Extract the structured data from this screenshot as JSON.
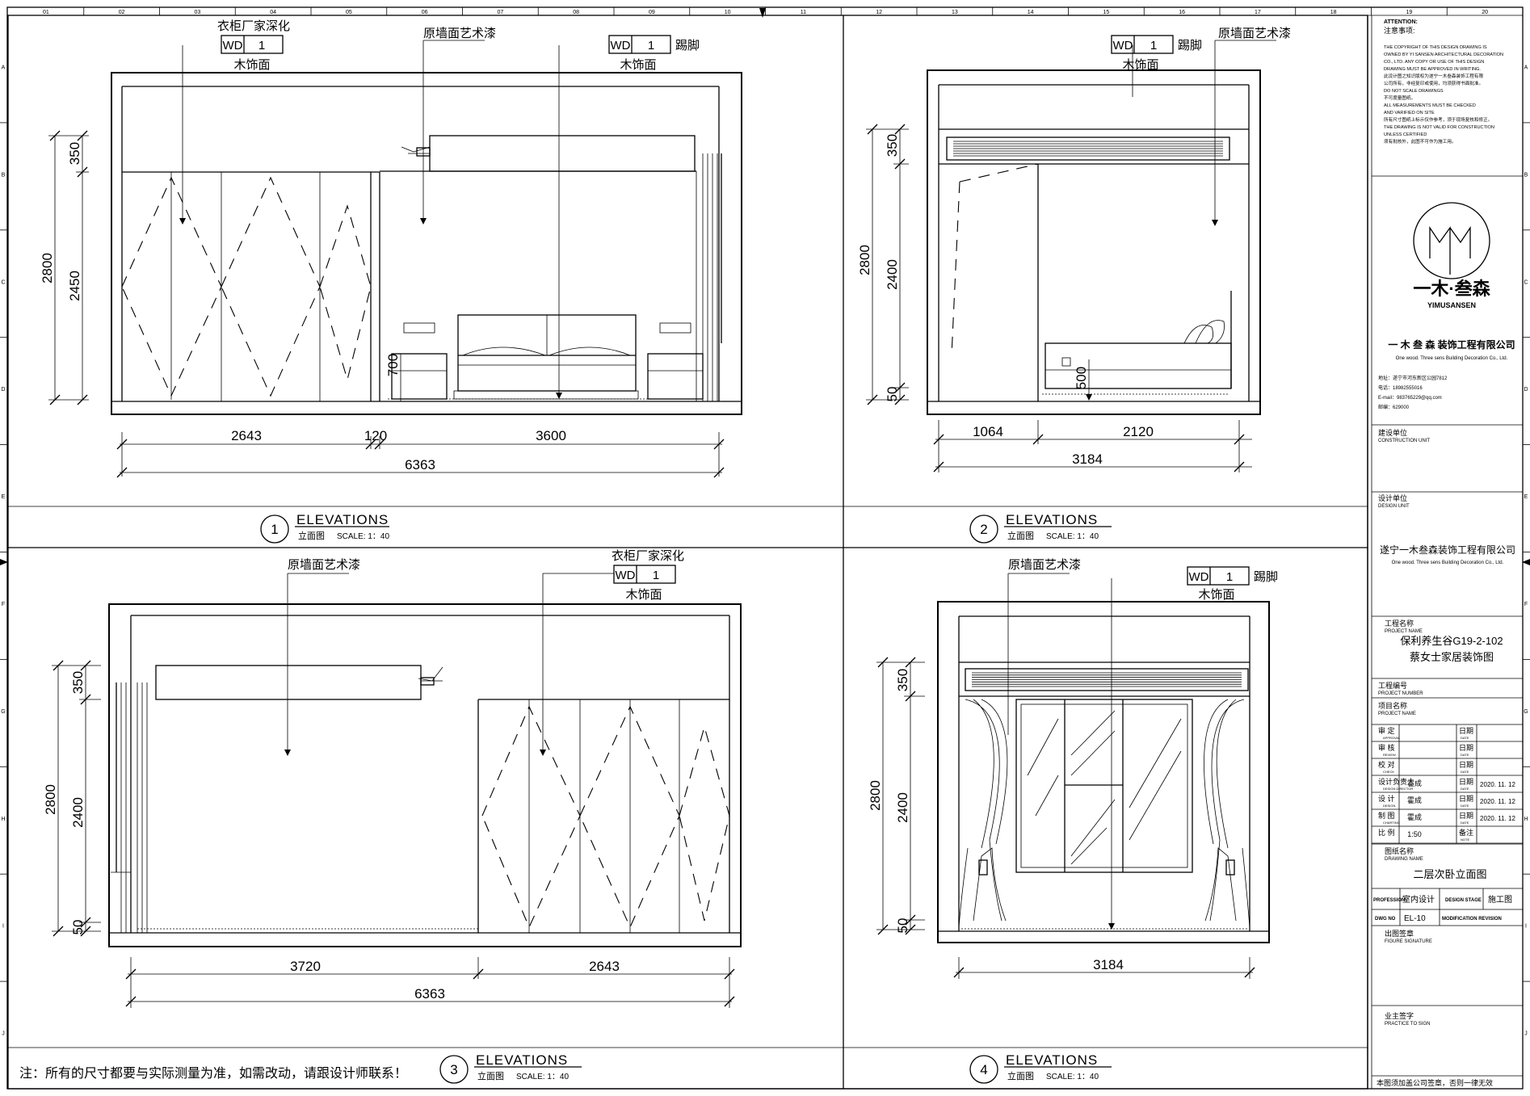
{
  "grid_top": [
    "01",
    "02",
    "03",
    "04",
    "05",
    "06",
    "07",
    "08",
    "09",
    "10",
    "11",
    "12",
    "13",
    "14",
    "15",
    "16",
    "17",
    "18",
    "19",
    "20"
  ],
  "grid_side": [
    "A",
    "B",
    "C",
    "D",
    "E",
    "F",
    "G",
    "H",
    "I",
    "J"
  ],
  "note": "注：所有的尺寸都要与实际测量为准，如需改动，请跟设计师联系！",
  "elevations": [
    {
      "num": "1",
      "title": "ELEVATIONS",
      "sub": "立面图",
      "scale": "SCALE: 1：40",
      "tags": [
        {
          "text_top": "衣柜厂家深化",
          "code": "WD",
          "n": "1",
          "material": "木饰面",
          "right": ""
        },
        {
          "text_top": "",
          "code": "WD",
          "n": "1",
          "material": "木饰面",
          "right": "踢脚"
        }
      ],
      "callout": "原墙面艺术漆",
      "dims_h": [
        "2643",
        "120",
        "3600",
        "6363"
      ],
      "dims_v": [
        "2800",
        "350",
        "2450",
        "700"
      ]
    },
    {
      "num": "2",
      "title": "ELEVATIONS",
      "sub": "立面图",
      "scale": "SCALE: 1：40",
      "tags": [
        {
          "text_top": "",
          "code": "WD",
          "n": "1",
          "material": "木饰面",
          "right": "踢脚"
        }
      ],
      "callout": "原墙面艺术漆",
      "dims_h": [
        "1064",
        "2120",
        "3184"
      ],
      "dims_v": [
        "2800",
        "350",
        "2400",
        "50",
        "500"
      ]
    },
    {
      "num": "3",
      "title": "ELEVATIONS",
      "sub": "立面图",
      "scale": "SCALE: 1：40",
      "tags": [
        {
          "text_top": "衣柜厂家深化",
          "code": "WD",
          "n": "1",
          "material": "木饰面",
          "right": ""
        }
      ],
      "callout": "原墙面艺术漆",
      "dims_h": [
        "3720",
        "2643",
        "6363"
      ],
      "dims_v": [
        "2800",
        "350",
        "2400",
        "50"
      ]
    },
    {
      "num": "4",
      "title": "ELEVATIONS",
      "sub": "立面图",
      "scale": "SCALE: 1：40",
      "tags": [
        {
          "text_top": "",
          "code": "WD",
          "n": "1",
          "material": "木饰面",
          "right": "踢脚"
        }
      ],
      "callout": "原墙面艺术漆",
      "dims_h": [
        "3184"
      ],
      "dims_v": [
        "2800",
        "350",
        "2400",
        "50"
      ]
    }
  ],
  "title_block": {
    "attention_label": "ATTENTION:",
    "attention_cn": "注意事项:",
    "attention_lines": [
      "THE COPYRIGHT OF THIS DESIGN DRAWING IS",
      "OWNED BY YI SANSEN ARCHITECTURAL DECORATION",
      "CO., LTD. ANY COPY OR USE OF THIS DESIGN",
      "DRAWING MUST BE APPROVED IN WRITING.",
      "此设计图之知识版权为遂宁一木叁森装饰工程有限",
      "公司所有，非经复印或使用，均须获得书面批准。",
      "DO NOT SCALE DRAWINGS",
      "不可度量图纸。",
      "ALL MEASUREMENTS MUST BE CHECKED",
      "AND VARIFIED ON SITE",
      "所有尺寸图纸上标示仅作参考，须于现场复核和修正。",
      "THE DRAWING IS NOT VALID FOR CONSTRUCTION",
      "UNLESS CERTIFIED",
      "须有批核外，此图不可作为施工用。"
    ],
    "logo_text": "一木·叁森",
    "logo_sub": "YIMUSANSEN",
    "company": "一 木 叁 森  装饰工程有限公司",
    "company_en": "One wood. Three sens Building Decoration Co., Ltd.",
    "contact": [
      "地址：遂宁市河东新区公园7812",
      "电话：18982555016",
      "E-mail：983765229@qq.com",
      "邮编：629000"
    ],
    "construction_unit": "建设单位",
    "construction_unit_en": "CONSTRUCTION UNIT",
    "design_unit": "设计单位",
    "design_unit_en": "DESIGN UNIT",
    "design_company": "遂宁一木叁森装饰工程有限公司",
    "design_company_en": "One wood. Three sens Building Decoration Co., Ltd.",
    "project_label": "工程名称",
    "project_label_en": "PROJECT NAME",
    "project_name_1": "保利养生谷G19-2-102",
    "project_name_2": "蔡女士家居装饰图",
    "project_no": "工程编号",
    "project_no_en": "PROJECT NUMBER",
    "item_name": "项目名称",
    "item_name_en": "PROJECT NAME",
    "rows": [
      {
        "k": "审    定",
        "k_en": "APPROVAL",
        "v": "",
        "d": "日期",
        "d_en": "DATE",
        "dv": ""
      },
      {
        "k": "审    核",
        "k_en": "REVIEW",
        "v": "",
        "d": "日期",
        "d_en": "DATE",
        "dv": ""
      },
      {
        "k": "校    对",
        "k_en": "CHECK",
        "v": "",
        "d": "日期",
        "d_en": "DATE",
        "dv": ""
      },
      {
        "k": "设计负责人",
        "k_en": "DESIGN DIRECTOR",
        "v": "霍成",
        "d": "日期",
        "d_en": "DATE",
        "dv": "2020. 11. 12"
      },
      {
        "k": "设    计",
        "k_en": "DESIGN",
        "v": "霍成",
        "d": "日期",
        "d_en": "DATE",
        "dv": "2020. 11. 12"
      },
      {
        "k": "制    图",
        "k_en": "CHARTING",
        "v": "霍成",
        "d": "日期",
        "d_en": "DATE",
        "dv": "2020. 11. 12"
      },
      {
        "k": "比    例",
        "k_en": "",
        "v": "1:50",
        "d": "备注",
        "d_en": "NOTE",
        "dv": ""
      }
    ],
    "drawing_name": "图纸名称",
    "drawing_name_en": "DRAWING NAME",
    "drawing_title": "二层次卧立面图",
    "profession": "PROFESSION",
    "profession_v": "室内设计",
    "stage": "DESIGN STAGE",
    "stage_v": "施工图",
    "dwg_no": "DWG NO",
    "dwg_no_v": "EL-10",
    "revision": "MODIFICATION REVISION",
    "sign_label": "出图签章",
    "sign_label_en": "FIGURE SIGNATURE",
    "owner_label": "业主签字",
    "owner_label_en": "PRACTICE TO SIGN",
    "footer": "本图须加盖公司签章，否则一律无效"
  }
}
